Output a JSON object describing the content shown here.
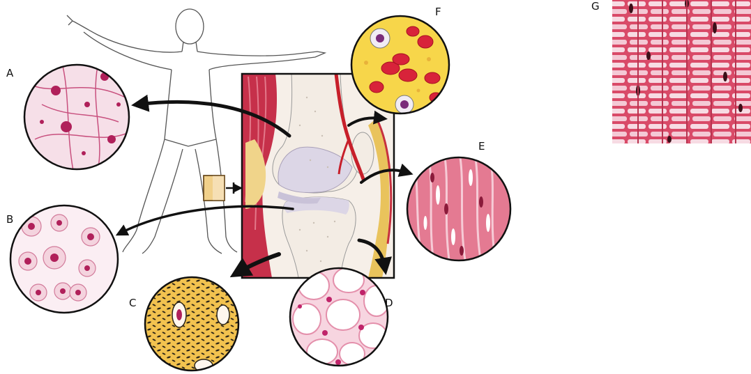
{
  "labels": {
    "a": "A",
    "b": "B",
    "c": "C",
    "d": "D",
    "e": "E",
    "f": "F",
    "g": "G"
  },
  "colors": {
    "outline": "#4a4a4a",
    "arrow": "#111111",
    "tissue_pink": "#e9b7c6",
    "nucleus": "#b0205a",
    "muscle_red": "#c8324a",
    "bone": "#f3ece4",
    "cartilage": "#dcd6e6",
    "fat_yellow": "#f0d48a",
    "blood_yellow": "#f7d64a",
    "rbc_red": "#d8233a",
    "tendon_tan": "#e9c35c",
    "cardiac_pink": "#e0506f"
  }
}
